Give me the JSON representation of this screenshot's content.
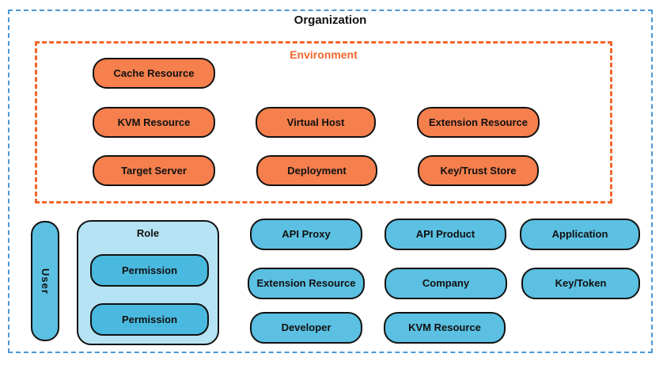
{
  "organization": {
    "label": "Organization"
  },
  "environment": {
    "label": "Environment",
    "pills": [
      "Cache Resource",
      "KVM Resource",
      "Virtual Host",
      "Extension Resource",
      "Target Server",
      "Deployment",
      "Key/Trust Store"
    ]
  },
  "org_level": {
    "user_label": "User",
    "role": {
      "label": "Role",
      "permissions": [
        "Permission",
        "Permission"
      ]
    },
    "pills": [
      "API Proxy",
      "API Product",
      "Application",
      "Extension Resource",
      "Company",
      "Key/Token",
      "Developer",
      "KVM Resource"
    ]
  },
  "colors": {
    "outer_border": "#4d97d3",
    "environment_accent": "#f2662b",
    "environment_pill_fill": "#f57f4d",
    "org_pill_fill": "#5bc0e2",
    "permission_pill_fill": "#49b9df",
    "role_container_fill": "#b6e3f3",
    "pill_border": "#111111"
  }
}
